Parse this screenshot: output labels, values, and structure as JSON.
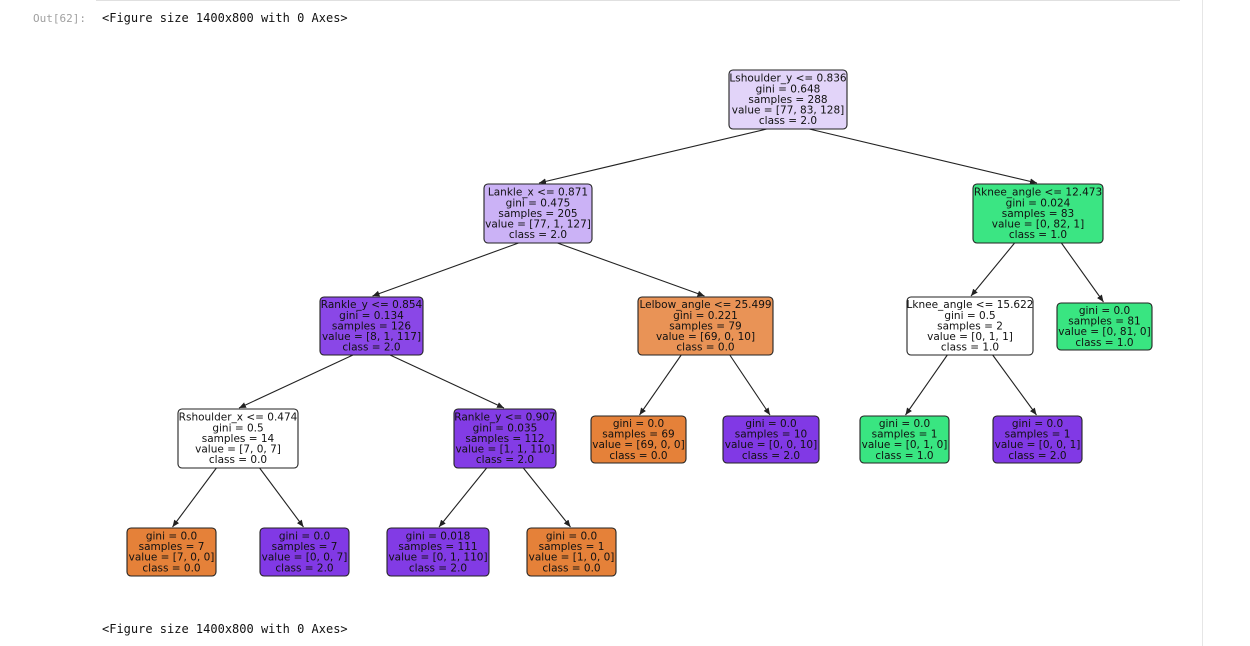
{
  "cell": {
    "prompt": "Out[62]:",
    "output_line_1": "<Figure size 1400x800 with 0 Axes>",
    "output_line_2": "<Figure size 1400x800 with 0 Axes>"
  },
  "colors": {
    "class_0": "#e58139",
    "class_1": "#39e581",
    "class_2": "#8139e5"
  },
  "tree": {
    "nodes": [
      {
        "id": "n0",
        "lines": [
          "Lshoulder_y <= 0.836",
          "gini = 0.648",
          "samples = 288",
          "value = [77, 83, 128]",
          "class = 2.0"
        ],
        "fill": "#e2d4f9"
      },
      {
        "id": "n1",
        "lines": [
          "Lankle_x <= 0.871",
          "gini = 0.475",
          "samples = 205",
          "value = [77, 1, 127]",
          "class = 2.0"
        ],
        "fill": "#cbb2f6"
      },
      {
        "id": "n2",
        "lines": [
          "Rankle_y <= 0.854",
          "gini = 0.134",
          "samples = 126",
          "value = [8, 1, 117]",
          "class = 2.0"
        ],
        "fill": "#8a47e7"
      },
      {
        "id": "n3",
        "lines": [
          "Rshoulder_x <= 0.474",
          "gini = 0.5",
          "samples = 14",
          "value = [7, 0, 7]",
          "class = 0.0"
        ],
        "fill": "#ffffff"
      },
      {
        "id": "n4",
        "lines": [
          "gini = 0.0",
          "samples = 7",
          "value = [7, 0, 0]",
          "class = 0.0"
        ],
        "fill": "#e58139"
      },
      {
        "id": "n5",
        "lines": [
          "gini = 0.0",
          "samples = 7",
          "value = [0, 0, 7]",
          "class = 2.0"
        ],
        "fill": "#8139e5"
      },
      {
        "id": "n6",
        "lines": [
          "Rankle_y <= 0.907",
          "gini = 0.035",
          "samples = 112",
          "value = [1, 1, 110]",
          "class = 2.0"
        ],
        "fill": "#833ce5"
      },
      {
        "id": "n7",
        "lines": [
          "gini = 0.018",
          "samples = 111",
          "value = [0, 1, 110]",
          "class = 2.0"
        ],
        "fill": "#823be5"
      },
      {
        "id": "n8",
        "lines": [
          "gini = 0.0",
          "samples = 1",
          "value = [1, 0, 0]",
          "class = 0.0"
        ],
        "fill": "#e58139"
      },
      {
        "id": "n9",
        "lines": [
          "Lelbow_angle <= 25.499",
          "gini = 0.221",
          "samples = 79",
          "value = [69, 0, 10]",
          "class = 0.0"
        ],
        "fill": "#e99356"
      },
      {
        "id": "n10",
        "lines": [
          "gini = 0.0",
          "samples = 69",
          "value = [69, 0, 0]",
          "class = 0.0"
        ],
        "fill": "#e58139"
      },
      {
        "id": "n11",
        "lines": [
          "gini = 0.0",
          "samples = 10",
          "value = [0, 0, 10]",
          "class = 2.0"
        ],
        "fill": "#8139e5"
      },
      {
        "id": "n12",
        "lines": [
          "Rknee_angle <= 12.473",
          "gini = 0.024",
          "samples = 83",
          "value = [0, 82, 1]",
          "class = 1.0"
        ],
        "fill": "#3be583"
      },
      {
        "id": "n13",
        "lines": [
          "Lknee_angle <= 15.622",
          "gini = 0.5",
          "samples = 2",
          "value = [0, 1, 1]",
          "class = 1.0"
        ],
        "fill": "#ffffff"
      },
      {
        "id": "n14",
        "lines": [
          "gini = 0.0",
          "samples = 1",
          "value = [0, 1, 0]",
          "class = 1.0"
        ],
        "fill": "#39e581"
      },
      {
        "id": "n15",
        "lines": [
          "gini = 0.0",
          "samples = 1",
          "value = [0, 0, 1]",
          "class = 2.0"
        ],
        "fill": "#8139e5"
      },
      {
        "id": "n16",
        "lines": [
          "gini = 0.0",
          "samples = 81",
          "value = [0, 81, 0]",
          "class = 1.0"
        ],
        "fill": "#39e581"
      }
    ],
    "edges": [
      [
        "n0",
        "n1"
      ],
      [
        "n0",
        "n12"
      ],
      [
        "n1",
        "n2"
      ],
      [
        "n1",
        "n9"
      ],
      [
        "n2",
        "n3"
      ],
      [
        "n2",
        "n6"
      ],
      [
        "n3",
        "n4"
      ],
      [
        "n3",
        "n5"
      ],
      [
        "n6",
        "n7"
      ],
      [
        "n6",
        "n8"
      ],
      [
        "n9",
        "n10"
      ],
      [
        "n9",
        "n11"
      ],
      [
        "n12",
        "n13"
      ],
      [
        "n12",
        "n16"
      ],
      [
        "n13",
        "n14"
      ],
      [
        "n13",
        "n15"
      ]
    ]
  }
}
